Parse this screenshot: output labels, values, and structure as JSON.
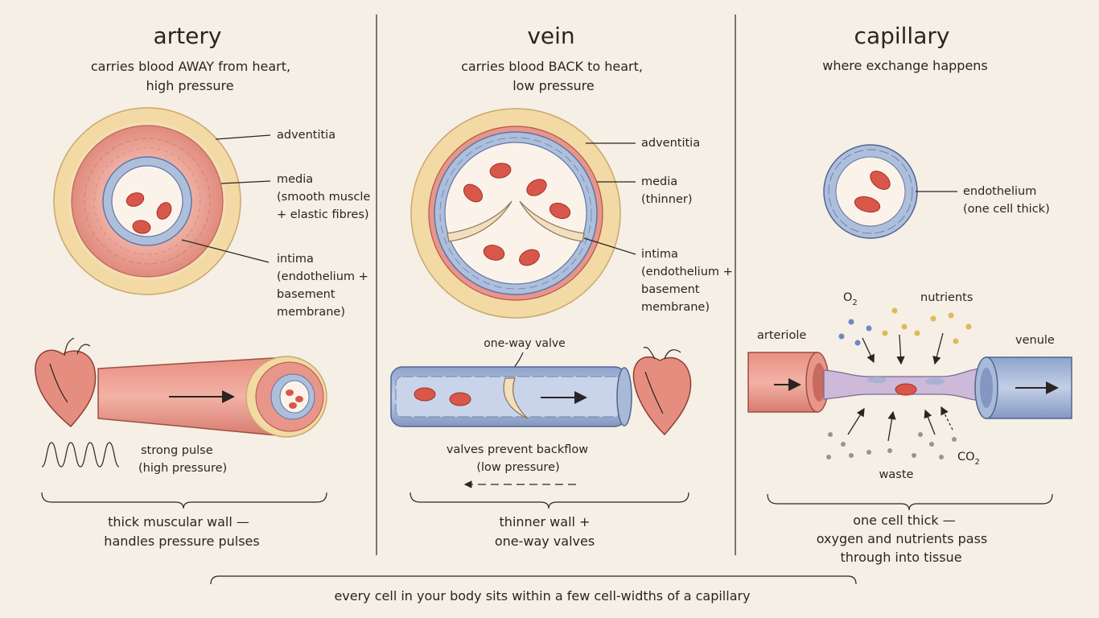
{
  "colors": {
    "background": "#f5efe5",
    "artery_red": "#e8958a",
    "vein_blue": "#a9b9d8",
    "adventitia_yellow": "#f3d9a4",
    "endothelium_blue": "#aebfdc",
    "blood_cell": "#d9574a",
    "capillary_purple": "#cdb9d8",
    "heart": "#e58d7f"
  },
  "artery": {
    "title": "artery",
    "subtitle": [
      "carries blood AWAY from heart,",
      "high pressure"
    ],
    "layers": {
      "adventitia": [
        "adventitia"
      ],
      "media": [
        "media",
        "(smooth muscle",
        "+ elastic fibres)"
      ],
      "intima": [
        "intima",
        "(endothelium +",
        "basement",
        "membrane)"
      ]
    },
    "pulse_label": [
      "strong pulse",
      "(high pressure)"
    ],
    "caption": [
      "thick muscular wall —",
      "handles pressure pulses"
    ]
  },
  "vein": {
    "title": "vein",
    "subtitle": [
      "carries blood BACK to heart,",
      "low pressure"
    ],
    "layers": {
      "adventitia": [
        "adventitia"
      ],
      "media": [
        "media",
        "(thinner)"
      ],
      "intima": [
        "intima",
        "(endothelium +",
        "basement",
        "membrane)"
      ]
    },
    "valve_label": "one-way valve",
    "flow_label": [
      "valves prevent backflow",
      "(low pressure)"
    ],
    "caption": [
      "thinner wall +",
      "one-way valves"
    ]
  },
  "capillary": {
    "title": "capillary",
    "subtitle": [
      "where exchange happens"
    ],
    "endothelium_label": [
      "endothelium",
      "(one cell thick)"
    ],
    "arteriole_label": "arteriole",
    "venule_label": "venule",
    "o2_label": "O",
    "o2_sub": "2",
    "co2_label": "CO",
    "co2_sub": "2",
    "nutrients_label": "nutrients",
    "waste_label": "waste",
    "caption": [
      "one cell thick —",
      "oxygen and nutrients pass",
      "through into tissue"
    ]
  },
  "footer": "every cell in your body sits within a few cell-widths of a capillary"
}
